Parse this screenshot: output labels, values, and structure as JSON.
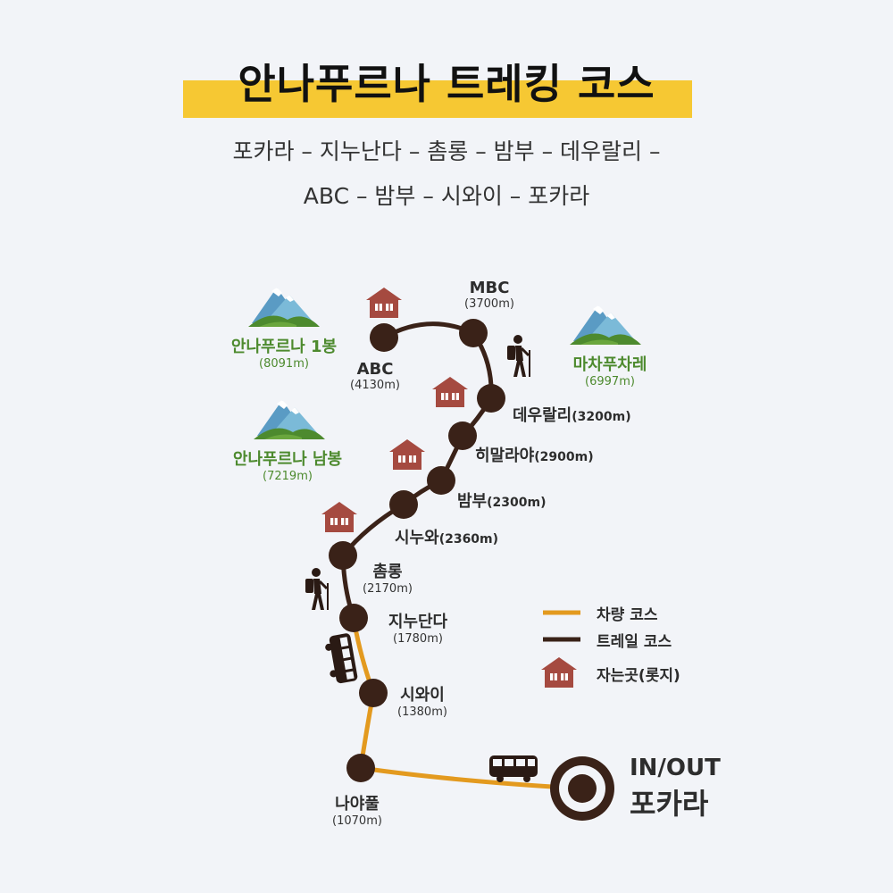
{
  "title": "안나푸르나 트레킹 코스",
  "route_line1": "포카라  – 지누난다 – 촘롱 – 밤부 – 데우랄리 –",
  "route_line2": "ABC – 밤부 – 시와이 – 포카라",
  "mountains": [
    {
      "name": "안나푸르나 1봉",
      "elevation": "(8091m)"
    },
    {
      "name": "마차푸차레",
      "elevation": "(6997m)"
    },
    {
      "name": "안나푸르나 남봉",
      "elevation": "(7219m)"
    }
  ],
  "stops": {
    "abc": {
      "name": "ABC",
      "elevation": "(4130m)"
    },
    "mbc": {
      "name": "MBC",
      "elevation": "(3700m)"
    },
    "deurali": {
      "name": "데우랄리",
      "elevation": "(3200m)"
    },
    "himalaya": {
      "name": "히말라야",
      "elevation": "(2900m)"
    },
    "bamboo": {
      "name": "밤부",
      "elevation": "(2300m)"
    },
    "sinuwa": {
      "name": "시누와",
      "elevation": "(2360m)"
    },
    "chomrong": {
      "name": "촘롱",
      "elevation": "(2170m)"
    },
    "jhinudanda": {
      "name": "지누단다",
      "elevation": "(1780m)"
    },
    "siwai": {
      "name": "시와이",
      "elevation": "(1380m)"
    },
    "nayapul": {
      "name": "나야풀",
      "elevation": "(1070m)"
    }
  },
  "inout": {
    "label": "IN/OUT",
    "place": "포카라"
  },
  "legend": {
    "vehicle": "차량 코스",
    "trail": "트레일 코스",
    "lodge": "자는곳(롯지)"
  },
  "colors": {
    "trail": "#3a2218",
    "vehicle": "#e39a1f",
    "lodge": "#a54a40",
    "highlight": "#f6c833",
    "mountain_green": "#4d8a2e",
    "mountain_blue": "#5a9bc4"
  }
}
